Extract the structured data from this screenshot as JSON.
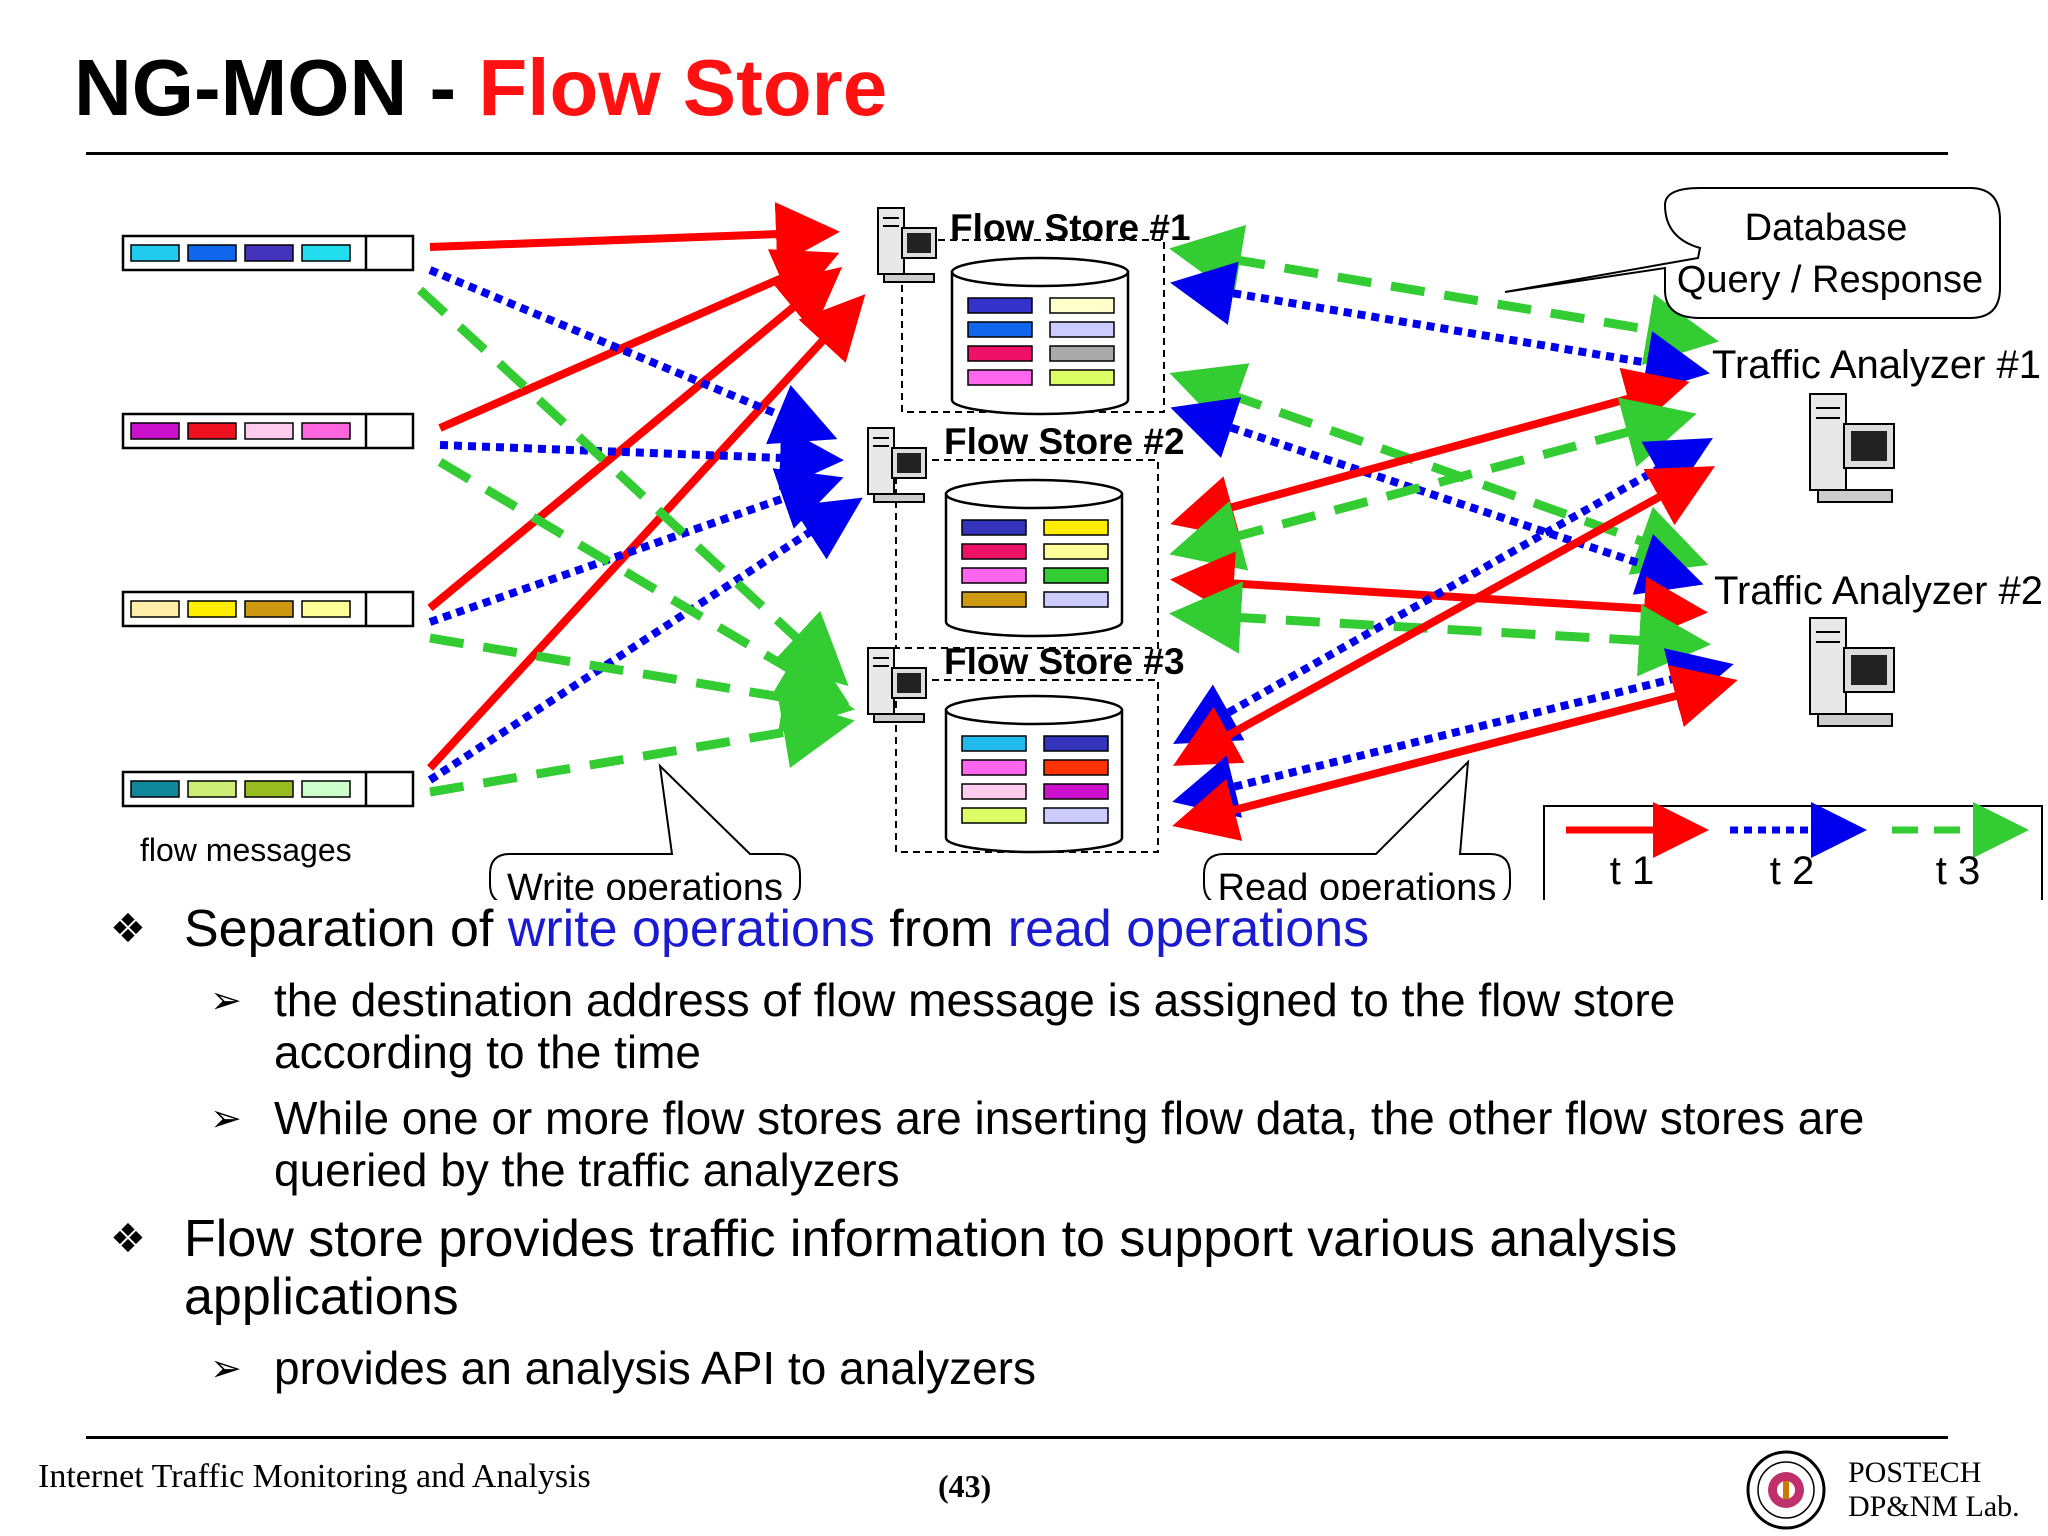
{
  "slide": {
    "title_main": "NG-MON - ",
    "title_accent": "Flow Store"
  },
  "diagram": {
    "flow_store_labels": [
      "Flow Store #1",
      "Flow Store #2",
      "Flow Store #3"
    ],
    "analyzer_labels": [
      "Traffic Analyzer #1",
      "Traffic Analyzer #2"
    ],
    "db_callout": [
      "Database",
      "Query / Response"
    ],
    "flow_messages_label": "flow  messages",
    "write_callout": "Write operations",
    "read_callout": "Read operations",
    "legend": [
      "t 1",
      "t 2",
      "t 3"
    ],
    "colors": {
      "t1": "#ff0000",
      "t2": "#0000ee",
      "t3": "#33cc33",
      "title_accent": "#ff1111",
      "highlight": "#1a1ad0"
    },
    "message_slot_colors": [
      [
        "#22ccee",
        "#1166ee",
        "#4433bb",
        "#22ddee"
      ],
      [
        "#cc11cc",
        "#ee1122",
        "#ffccee",
        "#ff66dd"
      ],
      [
        "#ffeeaa",
        "#ffee00",
        "#cc9911",
        "#ffff99"
      ],
      [
        "#118899",
        "#ccee77",
        "#99bb22",
        "#ccffcc"
      ]
    ],
    "store_cell_colors": [
      [
        "#3333cc",
        "#ffffcc",
        "#1166ee",
        "#ccccff",
        "#ee1166",
        "#aaaaaa",
        "#ff66ee",
        "#ddff66"
      ],
      [
        "#3333bb",
        "#ffee00",
        "#ee1166",
        "#ffff99",
        "#ff66ee",
        "#33cc33",
        "#cc9911",
        "#ccccff"
      ],
      [
        "#22bbee",
        "#3333bb",
        "#ff66ee",
        "#ff3300",
        "#ffccee",
        "#cc11cc",
        "#ddff66",
        "#ccccff"
      ]
    ]
  },
  "bullets": [
    {
      "text_before": "Separation of ",
      "hl1": "write operations",
      "text_mid": " from ",
      "hl2": "read operations",
      "subs": [
        "the destination address of flow message is assigned to the flow store according to the time",
        "While one or more flow stores are inserting flow data, the other flow stores are queried by the traffic analyzers"
      ]
    },
    {
      "text": "Flow store provides traffic information to support various analysis applications",
      "subs": [
        "provides an analysis API to analyzers"
      ]
    }
  ],
  "footer": {
    "left": "Internet Traffic Monitoring and Analysis",
    "page": "(43)",
    "right_line1": "POSTECH",
    "right_line2": "DP&NM Lab."
  }
}
